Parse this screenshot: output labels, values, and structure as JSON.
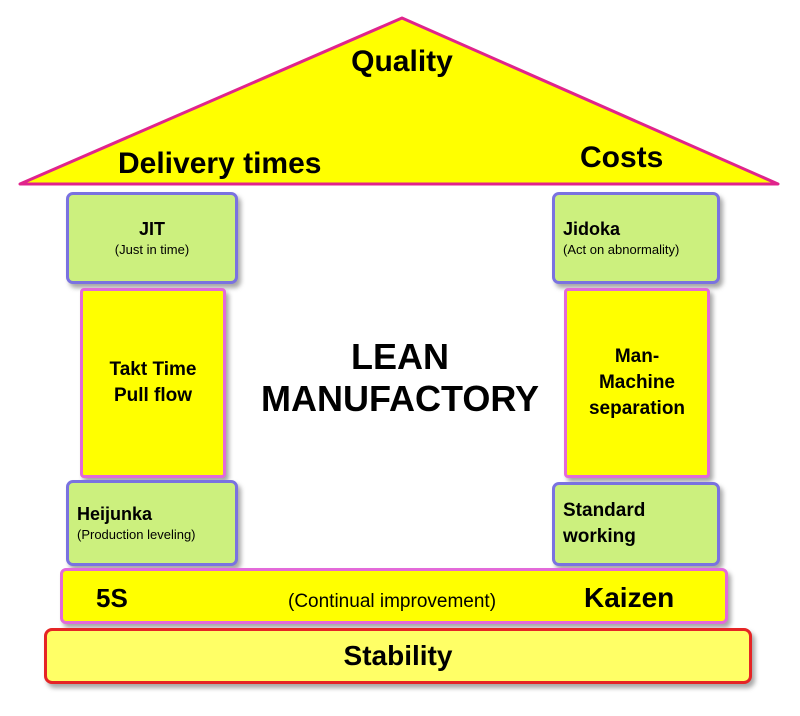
{
  "roof": {
    "top_label": "Quality",
    "left_label": "Delivery times",
    "right_label": "Costs"
  },
  "center_title": {
    "line1": "LEAN",
    "line2": "MANUFACTORY"
  },
  "left_pillar": {
    "top": {
      "title": "JIT",
      "subtitle": "(Just in time)"
    },
    "middle": {
      "line1": "Takt Time",
      "line2": "Pull flow"
    },
    "bottom": {
      "title": "Heijunka",
      "subtitle": "(Production leveling)"
    }
  },
  "right_pillar": {
    "top": {
      "title": "Jidoka",
      "subtitle": "(Act on abnormality)"
    },
    "middle": {
      "line1": "Man-",
      "line2": "Machine",
      "line3": "separation"
    },
    "bottom": {
      "line1": "Standard",
      "line2": "working"
    }
  },
  "base": {
    "left_label": "5S",
    "middle_label": "(Continual improvement)",
    "right_label": "Kaizen"
  },
  "foundation": {
    "label": "Stability"
  },
  "colors": {
    "yellow_fill": "#ffff00",
    "green_fill": "#ccf07e",
    "roof_border": "#e0248c",
    "green_border": "#7a72e0",
    "yellow_border": "#e36ad9",
    "stability_border": "#e52525"
  }
}
